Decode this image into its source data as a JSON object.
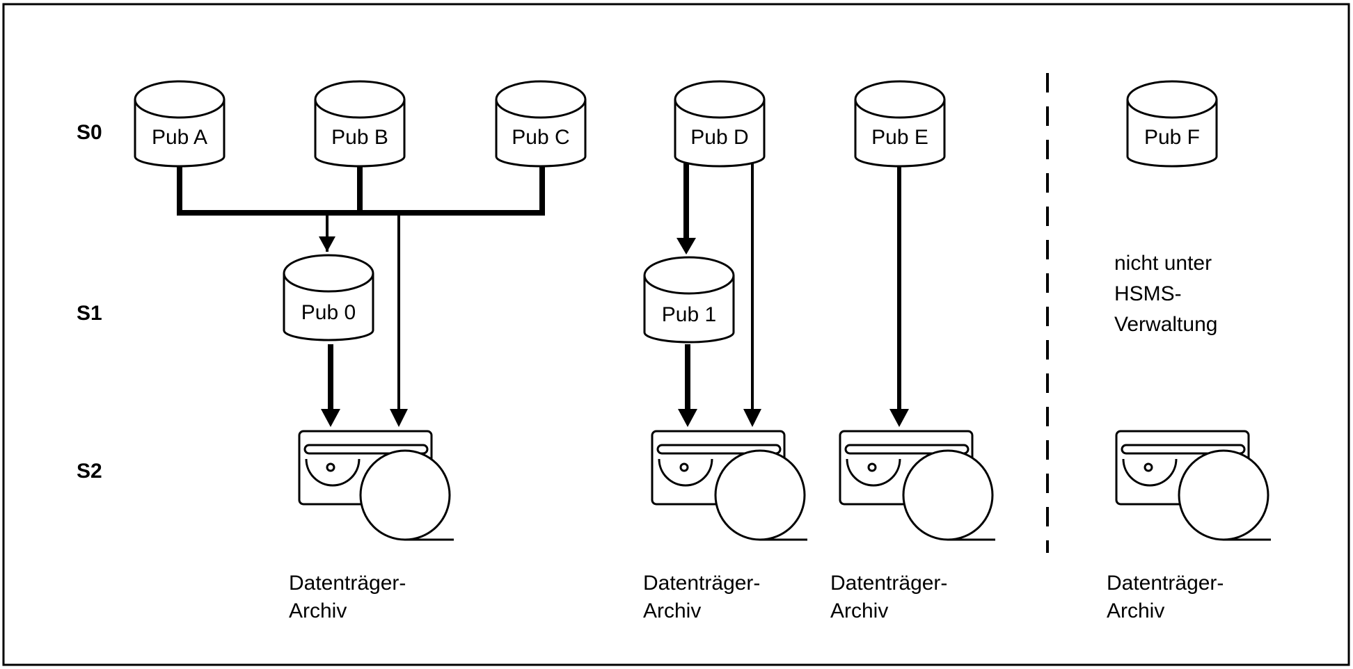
{
  "levels": {
    "s0": "S0",
    "s1": "S1",
    "s2": "S2"
  },
  "disks": {
    "pubA": "Pub A",
    "pubB": "Pub B",
    "pubC": "Pub C",
    "pubD": "Pub D",
    "pubE": "Pub E",
    "pubF": "Pub F",
    "pub0": "Pub 0",
    "pub1": "Pub 1"
  },
  "archive_label": {
    "line1": "Datenträger-",
    "line2": "Archiv"
  },
  "note": {
    "line1": "nicht unter",
    "line2": "HSMS-",
    "line3": "Verwaltung"
  }
}
